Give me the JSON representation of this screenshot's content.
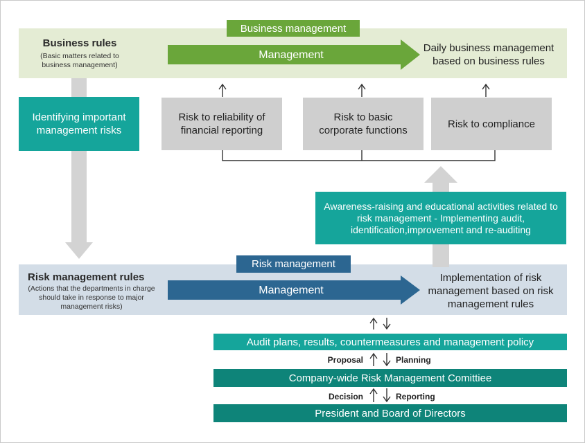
{
  "business_management": {
    "header": "Business management",
    "rules_title": "Business rules",
    "rules_subtitle": "(Basic matters related to business management)",
    "arrow_label": "Management",
    "daily": "Daily business management based on business rules"
  },
  "left_box": {
    "label": "Identifying important management risks"
  },
  "risks": [
    {
      "label": "Risk to reliability of financial reporting"
    },
    {
      "label": "Risk to basic corporate functions"
    },
    {
      "label": "Risk to compliance"
    }
  ],
  "awareness": {
    "label": "Awareness-raising and educational activities related to risk management - Implementing audit, identification,improvement and re-auditing"
  },
  "risk_management": {
    "header": "Risk management",
    "rules_title": "Risk management rules",
    "rules_subtitle": "(Actions that the departments in charge should take in response to major management risks)",
    "arrow_label": "Management",
    "implementation": "Implementation of risk management based on risk management rules"
  },
  "bottom": {
    "audit": "Audit plans, results, countermeasures and management policy",
    "proposal": "Proposal",
    "planning": "Planning",
    "committee": "Company-wide Risk Management Comittiee",
    "decision": "Decision",
    "reporting": "Reporting",
    "president": "President and Board of Directors"
  },
  "colors": {
    "business_band": "#e4ecd4",
    "business_green": "#6aa63a",
    "risk_band": "#d3dde7",
    "risk_blue": "#2c6691",
    "teal": "#15a59b",
    "dark_teal": "#0e8479",
    "gray_box": "#cfcfcf",
    "gray_arrow": "#d3d3d3"
  }
}
